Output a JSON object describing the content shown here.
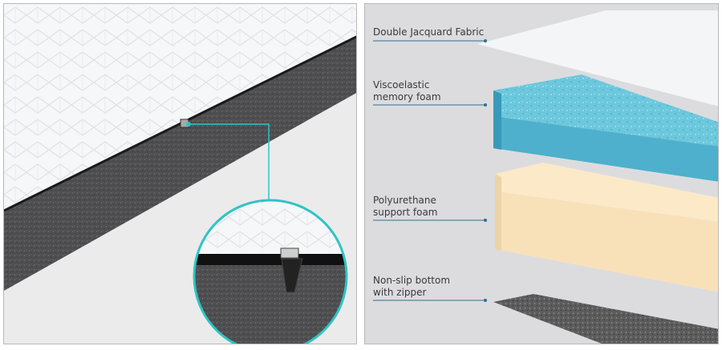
{
  "layers": [
    {
      "id": "fabric",
      "label": "Double Jacquard Fabric"
    },
    {
      "id": "memory",
      "label": "Viscoelastic\nmemory foam"
    },
    {
      "id": "support",
      "label": "Polyurethane\nsupport foam"
    },
    {
      "id": "bottom",
      "label": "Non-slip bottom\nwith zipper"
    }
  ],
  "colors": {
    "accent": "#2ec4c4",
    "fabric": "#f4f5f7",
    "memory_foam": "#6cc8dd",
    "support_foam": "#f8e1b9",
    "bottom": "#5c5c5c"
  }
}
